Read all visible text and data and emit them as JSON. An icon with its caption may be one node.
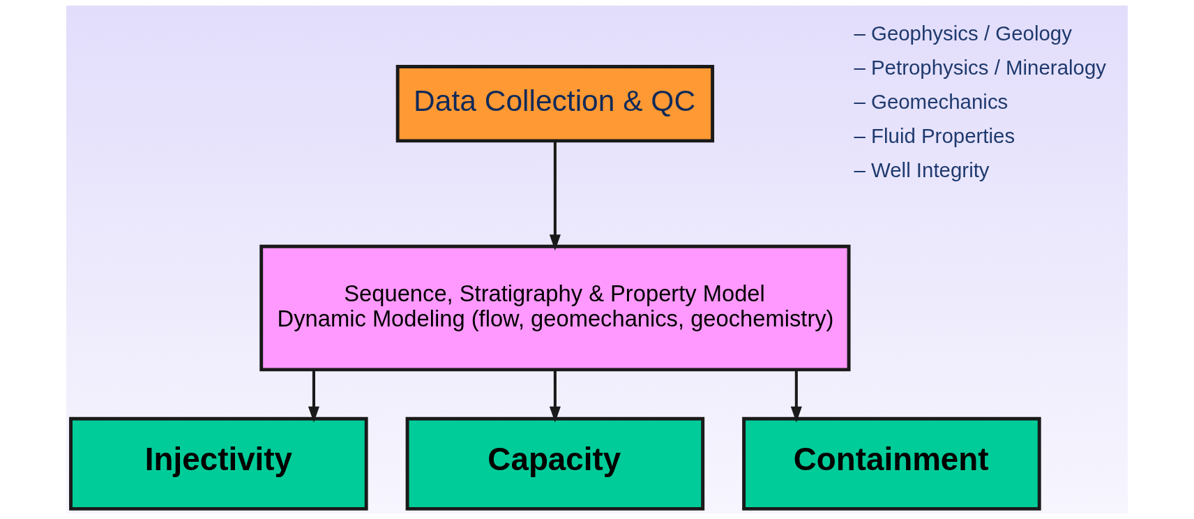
{
  "diagram": {
    "nodes": [
      {
        "text": [
          "Data Collection & QC"
        ]
      },
      {
        "text": [
          "Sequence, Stratigraphy & Property Model",
          "Dynamic Modeling (flow, geomechanics, geochemistry)"
        ]
      },
      {
        "text": [
          "Injectivity"
        ]
      },
      {
        "text": [
          "Capacity"
        ]
      },
      {
        "text": [
          "Containment"
        ]
      }
    ],
    "edges": [
      {
        "from": 0,
        "to": 1,
        "arrow": "to"
      },
      {
        "from": 1,
        "to": 2,
        "arrow": "to"
      },
      {
        "from": 1,
        "to": 3,
        "arrow": "to"
      },
      {
        "from": 1,
        "to": 4,
        "arrow": "to"
      }
    ],
    "labels": [
      "– Geophysics / Geology",
      "– Petrophysics / Mineralogy",
      "– Geomechanics",
      "– Fluid Properties",
      "– Well Integrity"
    ]
  }
}
